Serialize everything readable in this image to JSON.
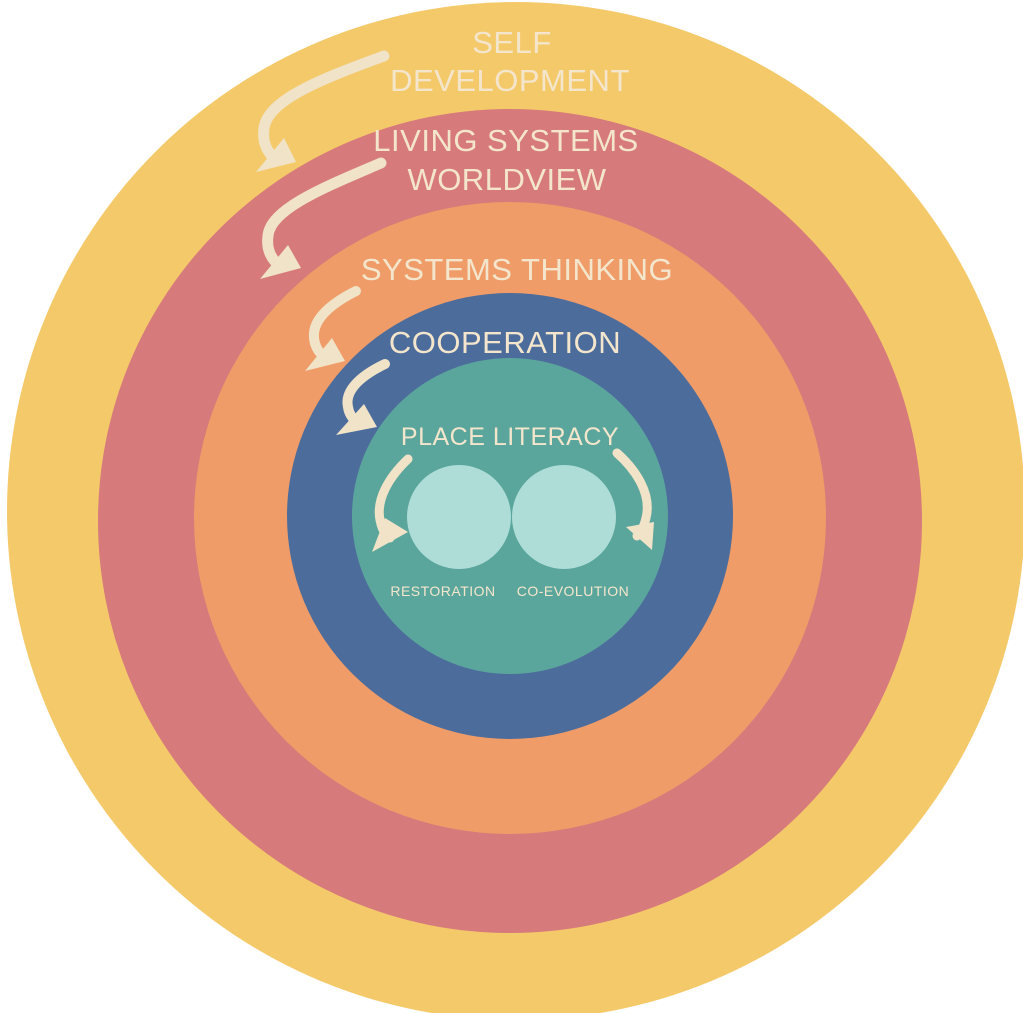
{
  "rings": [
    {
      "id": "self-development",
      "lines": [
        "SELF",
        "DEVELOPMENT"
      ],
      "color": "#F4C96A"
    },
    {
      "id": "living-systems-worldview",
      "lines": [
        "LIVING SYSTEMS",
        "WORLDVIEW"
      ],
      "color": "#D77A7B"
    },
    {
      "id": "systems-thinking",
      "lines": [
        "SYSTEMS THINKING"
      ],
      "color": "#EF9C68"
    },
    {
      "id": "cooperation",
      "lines": [
        "COOPERATION"
      ],
      "color": "#4C6C9C"
    },
    {
      "id": "place-literacy",
      "lines": [
        "PLACE LITERACY"
      ],
      "color": "#5BA69C"
    }
  ],
  "inner_circles": [
    {
      "id": "restoration",
      "label": "RESTORATION",
      "color": "#AEDDD8"
    },
    {
      "id": "co-evolution",
      "label": "CO-EVOLUTION",
      "color": "#AEDDD8"
    }
  ],
  "colors": {
    "text": "#F4E6CC",
    "arrow": "#F0E3C7",
    "background": "#FFFFFF"
  }
}
